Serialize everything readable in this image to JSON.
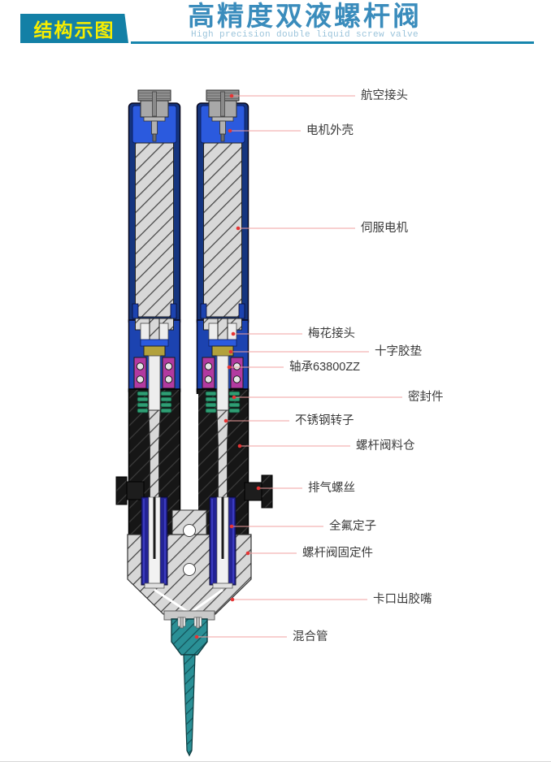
{
  "header": {
    "badge": "结构示图",
    "title": "高精度双液螺杆阀",
    "subtitle": "High precision double liquid screw valve",
    "colors": {
      "badge_bg": "#1380a6",
      "badge_text": "#f7ee00",
      "title": "#3a8cbc",
      "subtitle": "#9bc4db",
      "underline": "#1685ad"
    }
  },
  "diagram": {
    "description": "Cross-section of a double liquid screw valve: two parallel servo-motor screw assemblies feeding one bayonet nozzle and mixing tube",
    "leader_color": "#f2a0a0",
    "dot_color": "#e63434",
    "palette": {
      "motor_housing_blue": "#15357f",
      "motor_cap_blue": "#2b5ade",
      "coupling_blue": "#1c43b0",
      "pad_yellow": "#b2a13c",
      "bearing_magenta": "#b23aa0",
      "seal_green": "#2f9e74",
      "hopper_black": "#161616",
      "stator_blue": "#232394",
      "metal_gray": "#d8d8d8",
      "connector_gray": "#a8a8a8",
      "tube_teal": "#2a9096"
    },
    "parts": [
      {
        "label": "航空接头",
        "dot": [
          285,
          118
        ],
        "text": [
          444,
          118
        ]
      },
      {
        "label": "电机外壳",
        "dot": [
          283,
          161
        ],
        "text": [
          377,
          161
        ]
      },
      {
        "label": "伺服电机",
        "dot": [
          293,
          281
        ],
        "text": [
          444,
          281
        ]
      },
      {
        "label": "梅花接头",
        "dot": [
          287,
          411
        ],
        "text": [
          379,
          411
        ]
      },
      {
        "label": "十字胶垫",
        "dot": [
          284,
          433
        ],
        "text": [
          461,
          433
        ]
      },
      {
        "label": "轴承63800ZZ",
        "dot": [
          282,
          452
        ],
        "text": [
          356,
          452
        ]
      },
      {
        "label": "密封件",
        "dot": [
          288,
          489
        ],
        "text": [
          502,
          489
        ]
      },
      {
        "label": "不锈钢转子",
        "dot": [
          278,
          518
        ],
        "text": [
          363,
          518
        ]
      },
      {
        "label": "螺杆阀料仓",
        "dot": [
          295,
          549
        ],
        "text": [
          438,
          549
        ]
      },
      {
        "label": "排气螺丝",
        "dot": [
          318,
          601
        ],
        "text": [
          379,
          601
        ]
      },
      {
        "label": "全氟定子",
        "dot": [
          285,
          648
        ],
        "text": [
          405,
          648
        ]
      },
      {
        "label": "螺杆阀固定件",
        "dot": [
          305,
          681
        ],
        "text": [
          372,
          681
        ]
      },
      {
        "label": "卡口出胶嘴",
        "dot": [
          286,
          738
        ],
        "text": [
          459,
          738
        ]
      },
      {
        "label": "混合管",
        "dot": [
          242,
          784
        ],
        "text": [
          360,
          784
        ]
      }
    ]
  }
}
